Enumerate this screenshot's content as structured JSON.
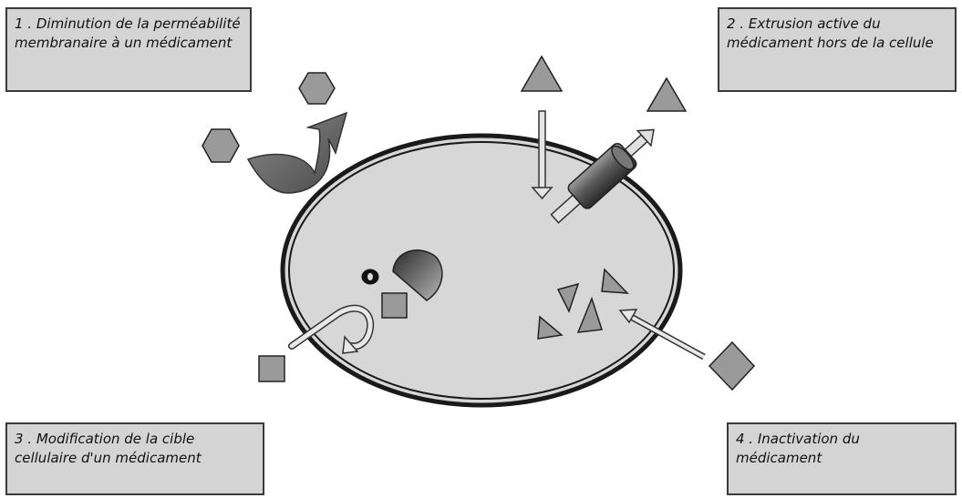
{
  "mechanisms": [
    {
      "label": "1 . Diminution de la perméabilité membranaire à un médicament"
    },
    {
      "label": "2 . Extrusion active du médicament hors de la cellule"
    },
    {
      "label": "3 . Modification de la cible cellulaire d'un médicament"
    },
    {
      "label": "4 . Inactivation du médicament"
    }
  ],
  "colors": {
    "cell_fill": "#d7d7d7",
    "membrane": "#1a1a1a",
    "shape_fill": "#9a9a9a",
    "box_fill": "#d4d4d4",
    "arrow": "#555555"
  },
  "icons": {
    "drug_hexagon": "hexagon",
    "drug_triangle": "triangle",
    "drug_square": "square",
    "drug_diamond": "diamond",
    "efflux_pump": "cylinder",
    "target": "half-disc"
  }
}
